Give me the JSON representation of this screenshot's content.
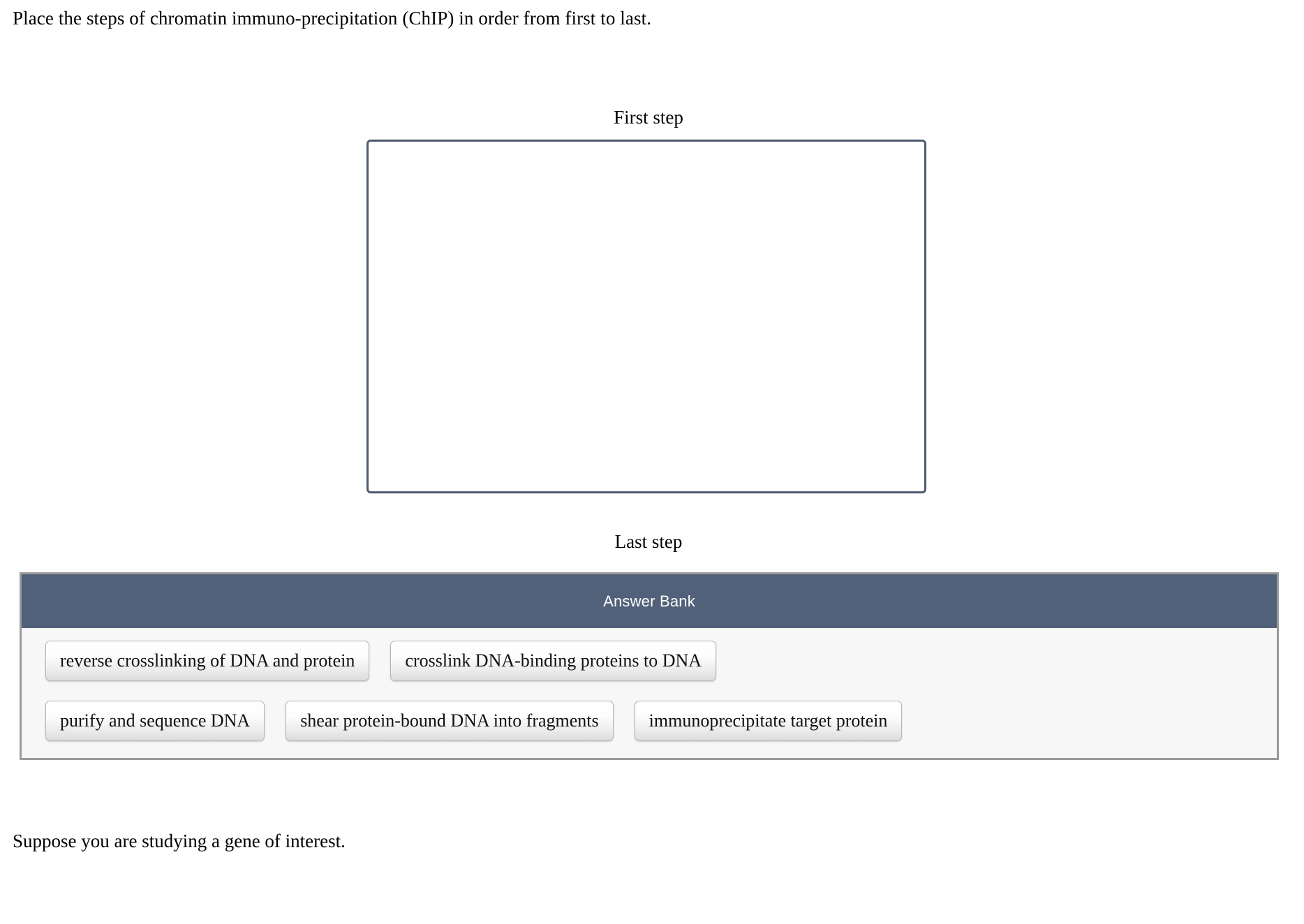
{
  "question": {
    "prompt": "Place the steps of chromatin immuno-precipitation (ChIP) in order from first to last.",
    "trailing_text": "Suppose you are studying a gene of interest."
  },
  "ordering": {
    "first_step_label": "First step",
    "last_step_label": "Last step",
    "drop_zone_items": [],
    "drop_zone_border_color": "#4d5b70"
  },
  "answer_bank": {
    "title": "Answer Bank",
    "header_color": "#52617a",
    "panel_border_color": "#9a9a9a",
    "panel_background": "#f7f7f7",
    "rows": [
      {
        "items": [
          {
            "label": "reverse crosslinking of DNA and protein"
          },
          {
            "label": "crosslink DNA-binding proteins to DNA"
          }
        ]
      },
      {
        "items": [
          {
            "label": "purify and sequence DNA"
          },
          {
            "label": "shear protein-bound DNA into fragments"
          },
          {
            "label": "immunoprecipitate target protein"
          }
        ]
      }
    ]
  }
}
